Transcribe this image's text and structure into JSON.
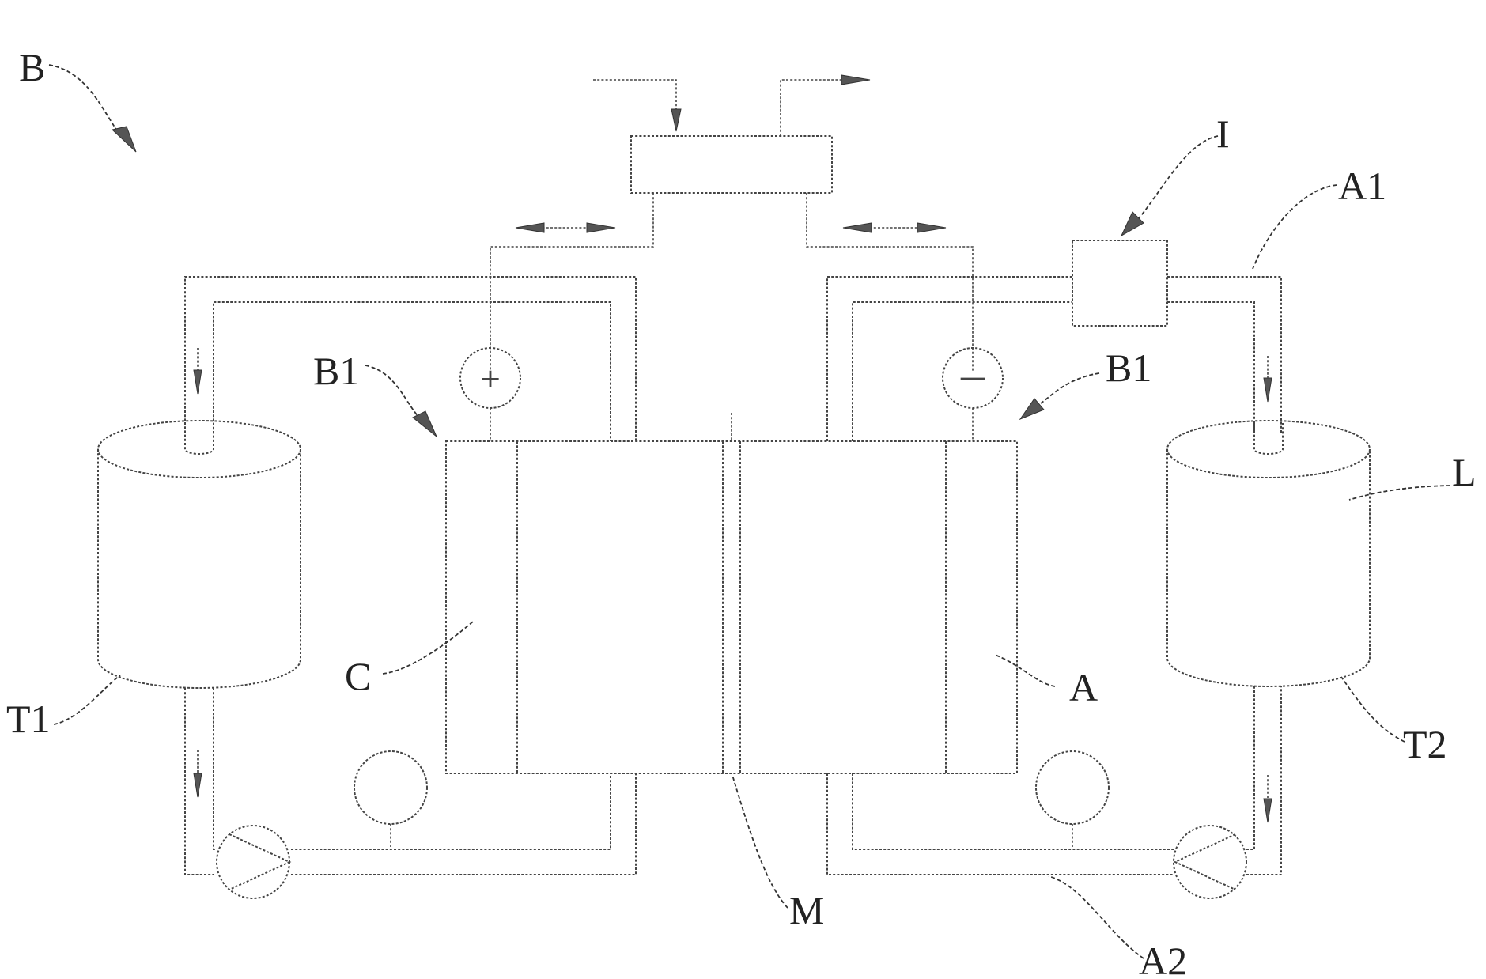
{
  "labels": {
    "system": "B",
    "controller": "I",
    "line_top": "A1",
    "stack_left": "B1",
    "stack_right": "B1",
    "electrolyte": "L",
    "cathode": "C",
    "anode": "A",
    "tank_left": "T1",
    "tank_right": "T2",
    "membrane": "M",
    "line_bottom": "A2"
  },
  "symbols": {
    "positive": "+",
    "negative": "—"
  },
  "colors": {
    "line": "#444444",
    "background": "#ffffff"
  }
}
